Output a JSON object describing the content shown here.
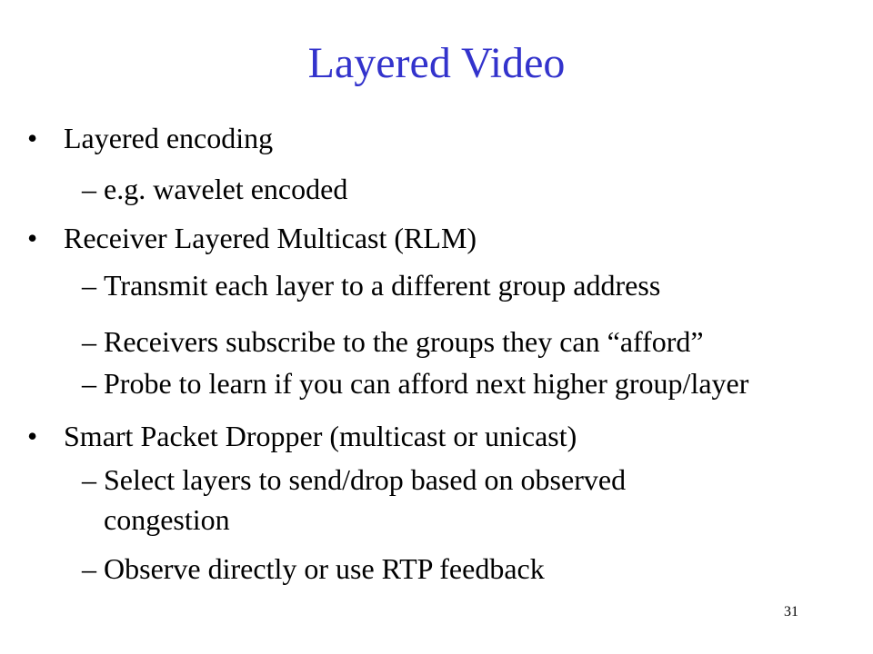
{
  "slide": {
    "title": "Layered Video",
    "page_number": "31",
    "bullet_marker": "•",
    "dash_marker": "–",
    "items": [
      {
        "level": 1,
        "text": "Layered encoding"
      },
      {
        "level": 2,
        "text": "e.g. wavelet encoded"
      },
      {
        "level": 1,
        "text": "Receiver Layered Multicast (RLM)"
      },
      {
        "level": 2,
        "text": "Transmit each layer to a different group address"
      },
      {
        "level": 2,
        "text": "Receivers subscribe to the groups they can “afford”"
      },
      {
        "level": 2,
        "text": "Probe to learn if you can afford next higher group/layer"
      },
      {
        "level": 1,
        "text": "Smart Packet Dropper (multicast or unicast)"
      },
      {
        "level": 2,
        "text": "Select layers to send/drop based on observed"
      },
      {
        "level": 2,
        "text": "congestion",
        "continuation": true
      },
      {
        "level": 2,
        "text": "Observe directly or use RTP feedback"
      }
    ]
  }
}
